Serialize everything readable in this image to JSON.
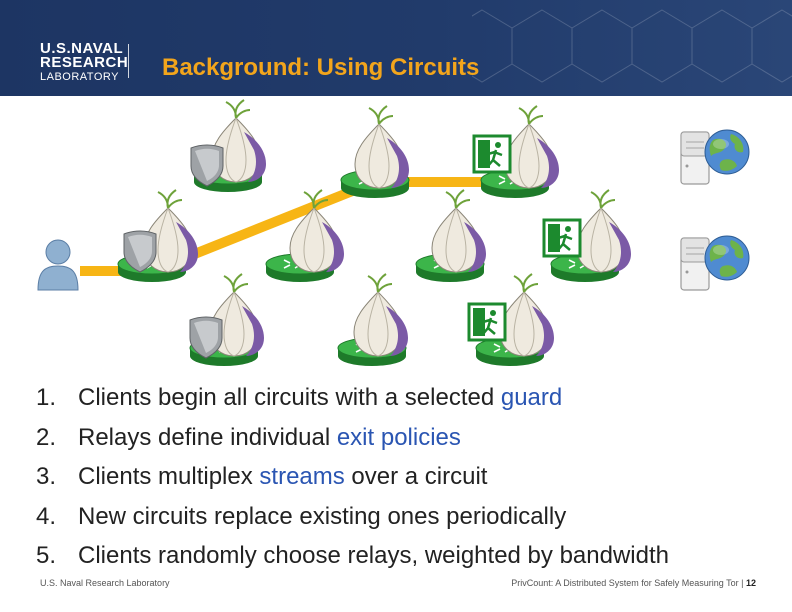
{
  "header": {
    "logo_line1": "U.S.NAVAL",
    "logo_line2": "RESEARCH",
    "logo_line3": "LABORATORY",
    "title": "Background: Using Circuits"
  },
  "list": [
    {
      "num": "1.",
      "before": "Clients begin all circuits with a selected ",
      "highlight": "guard",
      "after": ""
    },
    {
      "num": "2.",
      "before": "Relays define individual ",
      "highlight": "exit policies",
      "after": ""
    },
    {
      "num": "3.",
      "before": "Clients multiplex ",
      "highlight": "streams",
      "after": " over a circuit"
    },
    {
      "num": "4.",
      "before": "New circuits replace existing ones periodically",
      "highlight": "",
      "after": ""
    },
    {
      "num": "5.",
      "before": "Clients randomly choose relays, weighted by bandwidth",
      "highlight": "",
      "after": ""
    }
  ],
  "footer": {
    "left": "U.S. Naval Research Laboratory",
    "right": "PrivCount: A Distributed System for Safely Measuring Tor",
    "separator": " | ",
    "page": "12"
  },
  "colors": {
    "header_bg": "#1d3563",
    "title": "#f2a51c",
    "highlight": "#2a55b2",
    "circuit": "#f7b515",
    "router": "#2fa43a",
    "onion": "#7b5aa6"
  },
  "icons": [
    "user-icon",
    "guard-shield-icon",
    "onion-router-icon",
    "exit-sign-icon",
    "server-icon",
    "globe-icon"
  ]
}
